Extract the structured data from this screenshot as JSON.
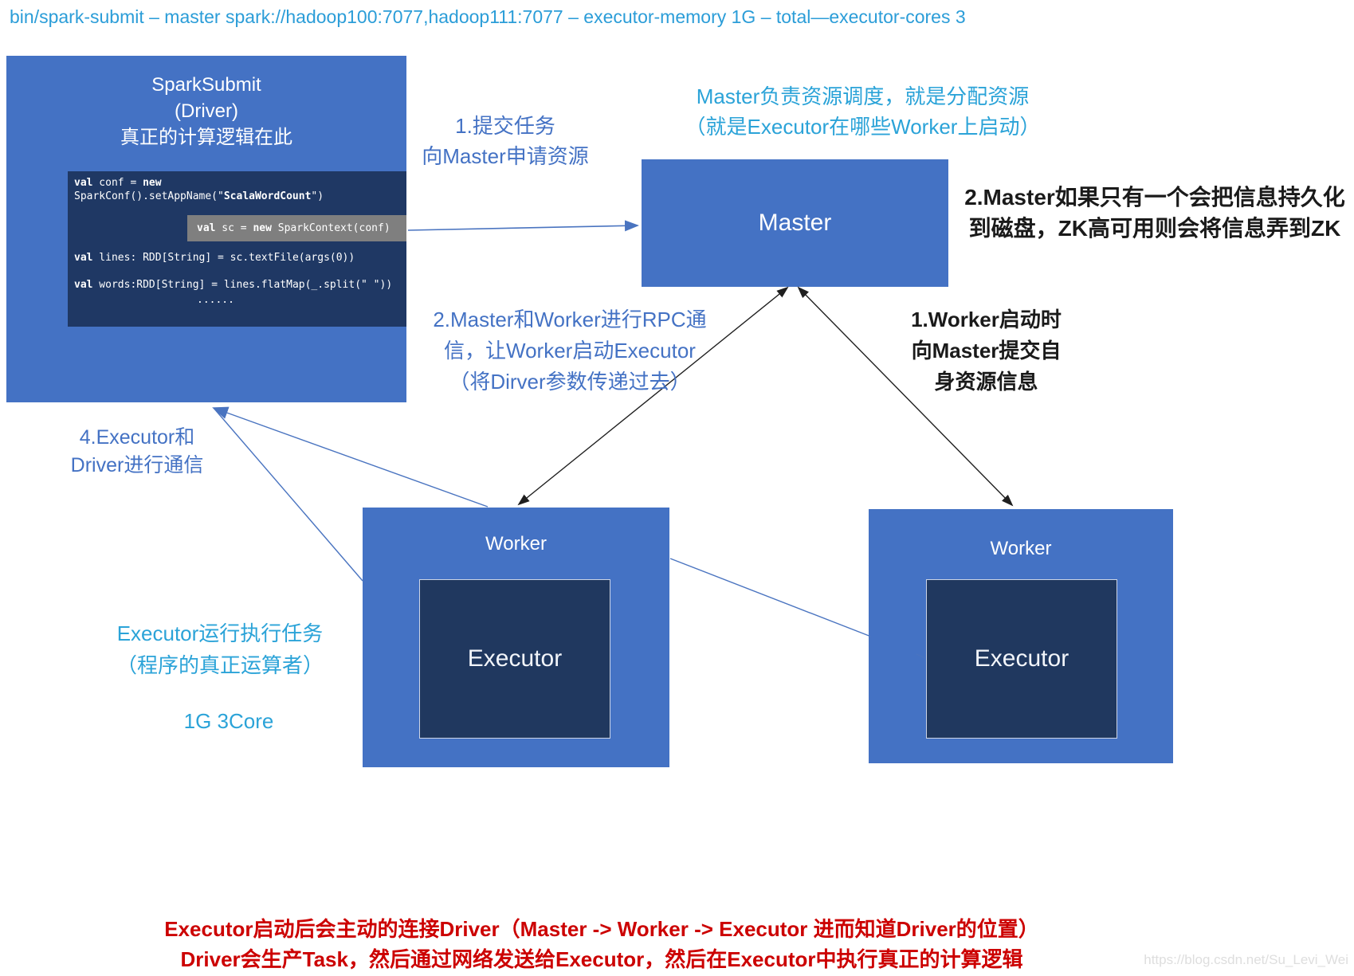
{
  "colors": {
    "node_blue": "#4472c4",
    "code_navy": "#1f3864",
    "highlight_gray": "#7f7f7f",
    "cyan_text": "#2ba3d8",
    "blue_text": "#4472c4",
    "red_text": "#cc0000"
  },
  "command_line": "bin/spark-submit – master spark://hadoop100:7077,hadoop111:7077 – executor-memory 1G – total—executor-cores 3",
  "driver": {
    "line1": "SparkSubmit",
    "line2": "(Driver)",
    "line3": "真正的计算逻辑在此"
  },
  "code": {
    "l1": [
      {
        "t": "val",
        "b": 1
      },
      {
        "t": " conf = ",
        "b": 0
      },
      {
        "t": "new",
        "b": 1
      }
    ],
    "l2": [
      {
        "t": "SparkConf().setAppName(\"",
        "b": 0
      },
      {
        "t": "ScalaWordCount",
        "b": 1
      },
      {
        "t": "\")",
        "b": 0
      }
    ],
    "hl": [
      {
        "t": "val",
        "b": 1
      },
      {
        "t": " sc = ",
        "b": 0
      },
      {
        "t": "new",
        "b": 1
      },
      {
        "t": " SparkContext(conf)",
        "b": 0
      }
    ],
    "l3": [
      {
        "t": "val",
        "b": 1
      },
      {
        "t": " lines: RDD[String] = sc.textFile(args(0))",
        "b": 0
      }
    ],
    "l4": [
      {
        "t": "val",
        "b": 1
      },
      {
        "t": " words:RDD[String] = lines.flatMap(_.split(\" \"))",
        "b": 0
      }
    ],
    "l5": [
      {
        "t": "......",
        "b": 0
      }
    ]
  },
  "nodes": {
    "master": "Master",
    "worker_left": "Worker",
    "worker_right": "Worker",
    "executor_left": "Executor",
    "executor_right": "Executor"
  },
  "annotations": {
    "submit": {
      "l1": "1.提交任务",
      "l2": "向Master申请资源"
    },
    "master_role": {
      "l1": "Master负责资源调度，就是分配资源",
      "l2": "（就是Executor在哪些Worker上启动）"
    },
    "master_persist": {
      "l1": "2.Master如果只有一个会把信息持久化",
      "l2": "到磁盘，ZK高可用则会将信息弄到ZK"
    },
    "rpc": {
      "l1": "2.Master和Worker进行RPC通",
      "l2": "信，让Worker启动Executor",
      "l3": "（将Dirver参数传递过去）"
    },
    "worker_report": {
      "l1": "1.Worker启动时",
      "l2": "向Master提交自",
      "l3": "身资源信息"
    },
    "driver_comm": {
      "l1": "4.Executor和",
      "l2": "Driver进行通信"
    },
    "executor_run": {
      "l1": "Executor运行执行任务",
      "l2": "（程序的真正运算者）"
    },
    "resources": "1G 3Core",
    "bottom": {
      "l1": "Executor启动后会主动的连接Driver（Master -> Worker -> Executor 进而知道Driver的位置）",
      "l2": "Driver会生产Task，然后通过网络发送给Executor，然后在Executor中执行真正的计算逻辑"
    },
    "watermark": "https://blog.csdn.net/Su_Levi_Wei"
  }
}
